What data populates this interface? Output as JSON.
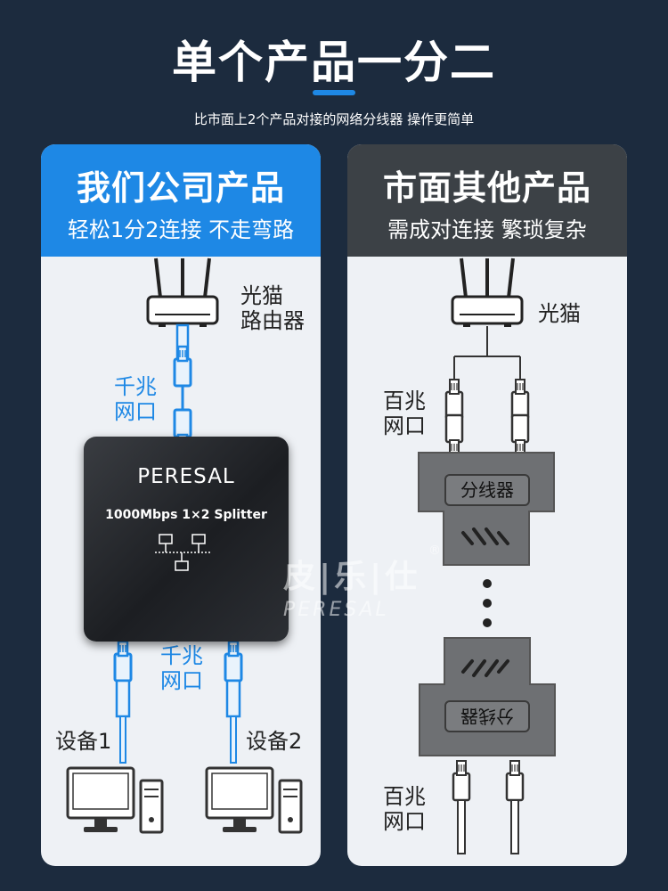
{
  "header": {
    "title": "单个产品一分二",
    "subtitle": "比市面上2个产品对接的网络分线器 操作更简单"
  },
  "left_card": {
    "title": "我们公司产品",
    "subtitle": "轻松1分2连接 不走弯路",
    "router_label_line1": "光猫",
    "router_label_line2": "路由器",
    "port_top_line1": "千兆",
    "port_top_line2": "网口",
    "port_bottom_line1": "千兆",
    "port_bottom_line2": "网口",
    "device1": "设备1",
    "device2": "设备2",
    "splitter_brand": "PERESAL",
    "splitter_model": "1000Mbps 1×2 Splitter"
  },
  "right_card": {
    "title": "市面其他产品",
    "subtitle": "需成对连接 繁琐复杂",
    "router_label": "光猫",
    "port_top_line1": "百兆",
    "port_top_line2": "网口",
    "splitter_label_top": "分线器",
    "splitter_label_bottom": "分线器",
    "port_bottom_line1": "百兆",
    "port_bottom_line2": "网口"
  },
  "watermark": {
    "cn": "皮|乐|仕",
    "en": "PERESAL",
    "registered": "®"
  },
  "colors": {
    "background": "#1c2b3e",
    "accent_blue": "#1e88e5",
    "dark_header": "#3c4146",
    "card_bg": "#eef1f5"
  }
}
